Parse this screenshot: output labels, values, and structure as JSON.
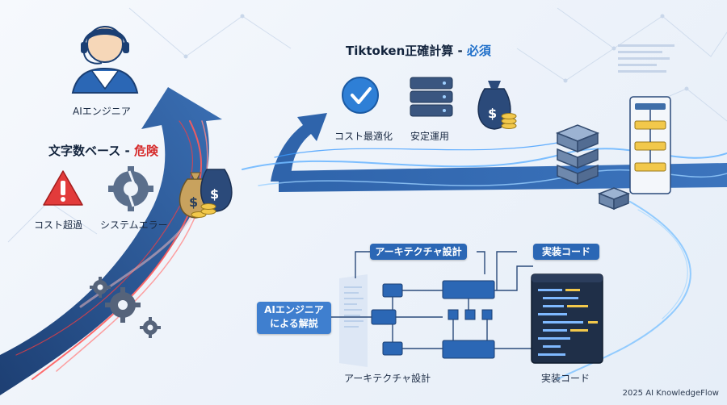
{
  "engineer": {
    "label": "AIエンジニア"
  },
  "char_based": {
    "title": "文字数ベース",
    "sep": " - ",
    "tag": "危険",
    "items": [
      "コスト超過",
      "システムエラー"
    ]
  },
  "tiktoken": {
    "title": "Tiktoken正確計算",
    "sep": " - ",
    "tag": "必須",
    "items": [
      "コスト最適化",
      "安定運用"
    ]
  },
  "diagram": {
    "architecture_label": "アーキテクチャ設計",
    "code_label": "実装コード",
    "explain_label": [
      "AIエンジニア",
      "による解説"
    ],
    "bottom_arch": "アーキテクチャ設計",
    "bottom_code": "実装コード"
  },
  "footer": "2025 AI KnowledgeFlow",
  "colors": {
    "primary": "#2b67b5",
    "danger": "#d62a2a",
    "arrow": "#2a5a98"
  }
}
